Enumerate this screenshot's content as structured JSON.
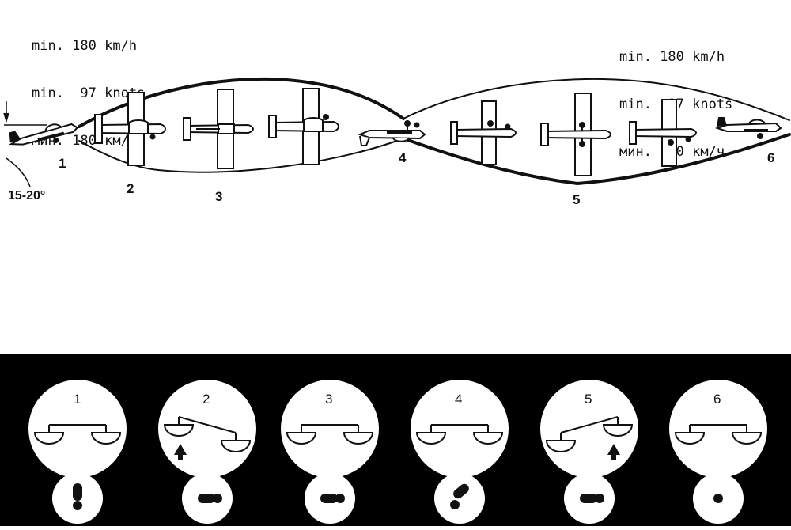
{
  "speed_left": [
    "min. 180 km/h",
    "min.  97 knots",
    "мин. 180 км/ч"
  ],
  "speed_right": [
    "min. 180 km/h",
    "min.  97 knots",
    "мин. 180 км/ч"
  ],
  "pitch_angle_label": "15-20°",
  "phase_labels": [
    "1",
    "2",
    "3",
    "4",
    "5",
    "6"
  ],
  "indicator_labels": [
    "1",
    "2",
    "3",
    "4",
    "5",
    "6"
  ],
  "colors": {
    "ink": "#111111",
    "panel": "#000000",
    "paper": "#ffffff"
  }
}
